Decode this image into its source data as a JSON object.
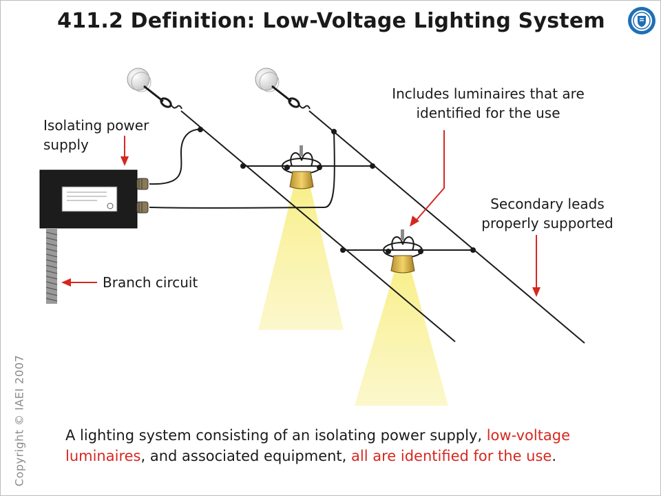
{
  "title": "411.2 Definition: Low-Voltage Lighting System",
  "labels": {
    "isolating_supply_line1": "Isolating power",
    "isolating_supply_line2": "supply",
    "includes_line1": "Includes luminaires that are",
    "includes_line2": "identified for the use",
    "secondary_line1": "Secondary leads",
    "secondary_line2": "properly supported",
    "branch_circuit": "Branch circuit"
  },
  "copyright": "Copyright © IAEI 2007",
  "caption": {
    "part1": "A lighting system consisting of an isolating power supply, ",
    "part2_red": "low-voltage luminaires",
    "part3": ", and associated equipment, ",
    "part4_red": "all are identified for the use",
    "part5": "."
  },
  "colors": {
    "accent_red": "#d6271f",
    "light_beam": "#f6ec7a",
    "box": "#1c1c1c",
    "logo_blue": "#1f6fb5"
  },
  "icons": {
    "logo": "iaei-seal-icon",
    "power_supply": "transformer-box-icon",
    "luminaire": "track-luminaire-icon",
    "insulator": "ceiling-insulator-icon"
  }
}
